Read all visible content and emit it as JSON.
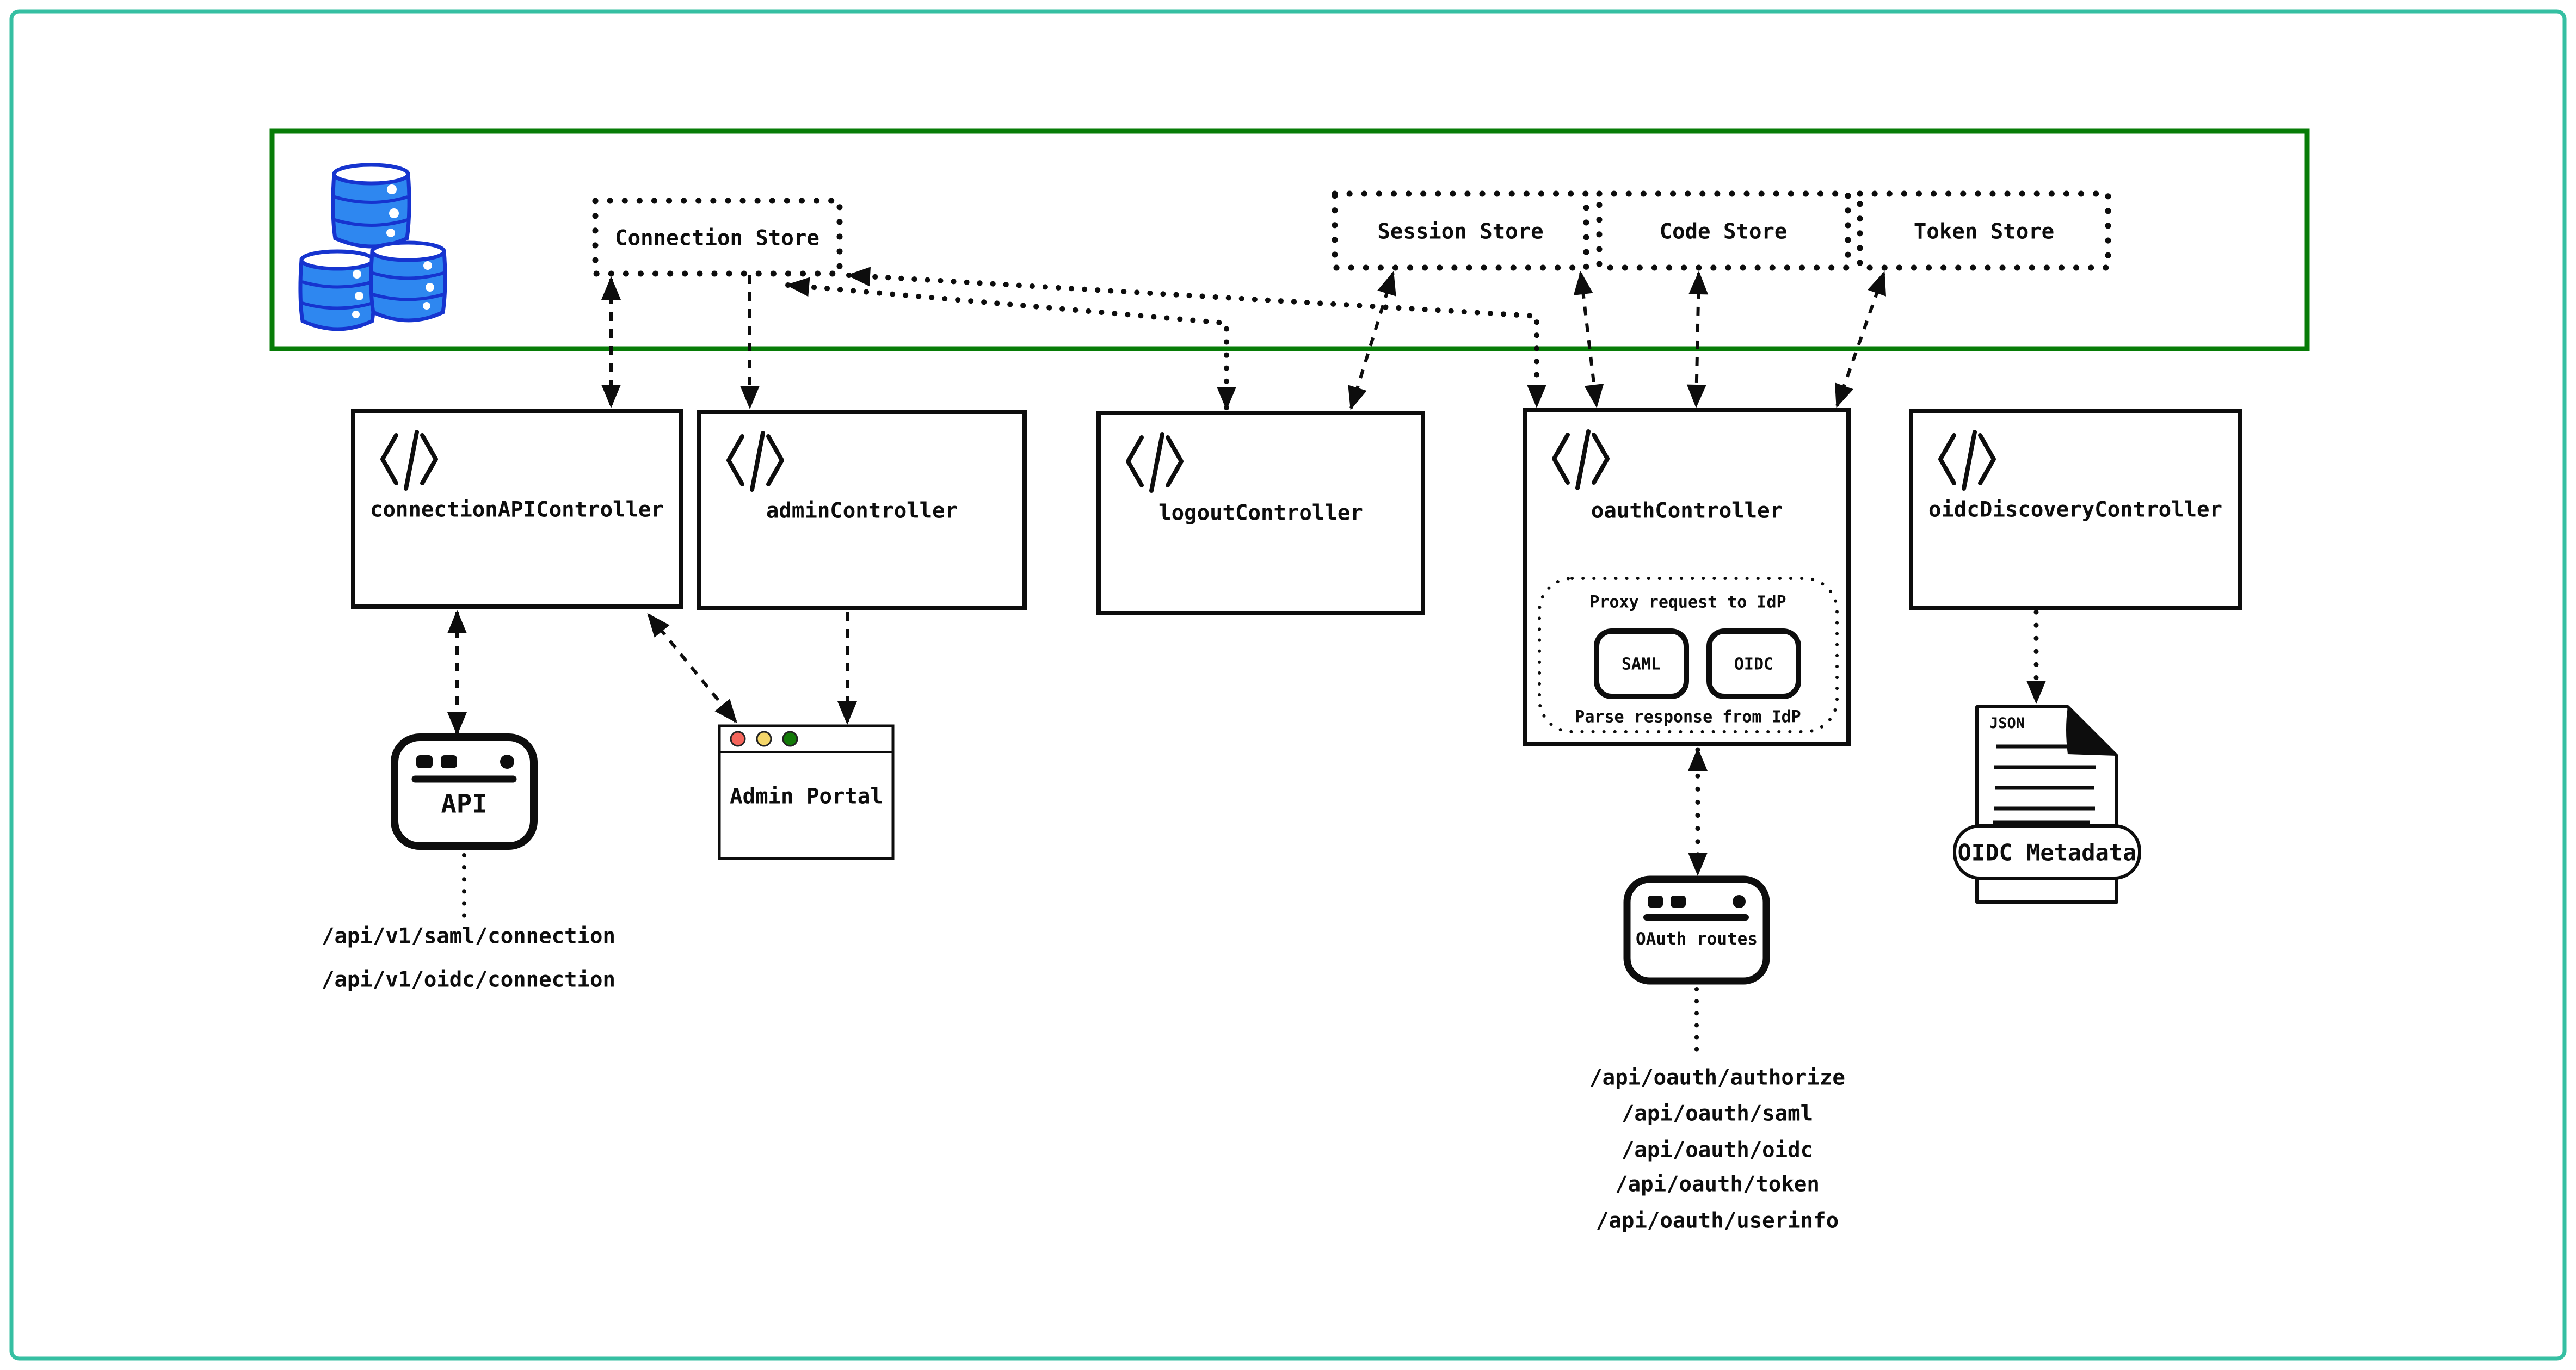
{
  "storage_layer": {
    "stores": [
      {
        "label": "Connection Store"
      },
      {
        "label": "Session Store"
      },
      {
        "label": "Code Store"
      },
      {
        "label": "Token Store"
      }
    ]
  },
  "controllers": [
    {
      "label": "connectionAPIController"
    },
    {
      "label": "adminController"
    },
    {
      "label": "logoutController"
    },
    {
      "label": "oauthController"
    },
    {
      "label": "oidcDiscoveryController"
    }
  ],
  "idp_group": {
    "header": "Proxy request to IdP",
    "protocols": [
      "SAML",
      "OIDC"
    ],
    "footer": "Parse response from IdP"
  },
  "clients": {
    "api_window_label": "API",
    "admin_portal_label": "Admin Portal",
    "oauth_routes_label": "OAuth routes"
  },
  "document": {
    "type_label": "JSON",
    "name": "OIDC Metadata"
  },
  "api_endpoints": [
    "/api/v1/saml/connection",
    "/api/v1/oidc/connection"
  ],
  "oauth_endpoints": [
    "/api/oauth/authorize",
    "/api/oauth/saml",
    "/api/oauth/oidc",
    "/api/oauth/token",
    "/api/oauth/userinfo"
  ],
  "icons": {
    "database": "database-cylinders-icon",
    "code": "code-tag-icon",
    "api_window": "browser-window-icon",
    "oauth_window": "browser-window-icon",
    "admin_window": "macos-window-icon",
    "oidc_document": "json-document-icon"
  },
  "colors": {
    "outer_frame": "#35bfa2",
    "storage_container": "#077c07",
    "line_color": "#0d0d0d",
    "database_fill": "#2e87f0",
    "database_stroke": "#1634cf",
    "traffic_red": "#f5655b",
    "traffic_yellow": "#f5d76a",
    "traffic_green": "#137a08"
  }
}
